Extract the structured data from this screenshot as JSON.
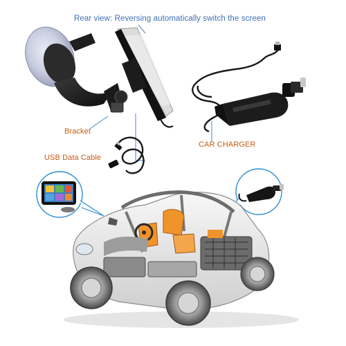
{
  "labels": {
    "rear_view": "Rear view: Reversing automatically switch the screen",
    "bracket": "Bracket",
    "usb_cable": "USB Data Cable",
    "car_charger": "CAR CHARGER"
  },
  "colors": {
    "rear_view_text": "#3e6fb5",
    "bracket_text": "#c55a11",
    "usb_text": "#c55a11",
    "charger_text": "#c55a11",
    "leader_line": "#4a86c8",
    "car_accent": "#f0932b",
    "device_dark": "#1b1b1b",
    "callout_border": "#2f8fd0"
  },
  "icons": {
    "suction_mount": "suction-cup-bracket-icon",
    "gps_device": "gps-navigator-icon",
    "charger_plug": "car-charger-plug-icon",
    "usb_cable": "usb-cable-icon",
    "car": "cutaway-car-illustration"
  }
}
